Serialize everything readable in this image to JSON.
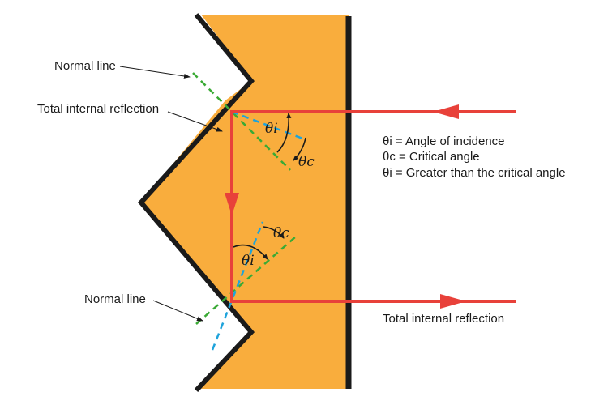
{
  "colors": {
    "prism": "#f9ad3d",
    "outline": "#1a1a1a",
    "ray": "#e8413a",
    "normal": "#3aaa35",
    "critical": "#1ea3db"
  },
  "labels": {
    "normal_top": "Normal line",
    "tir_top": "Total internal reflection",
    "normal_bottom": "Normal line",
    "tir_bottom": "Total internal reflection"
  },
  "angles": {
    "theta_i": "θi",
    "theta_c": "θc"
  },
  "legend": [
    {
      "text": "θi = Angle of incidence"
    },
    {
      "text": "θc = Critical angle"
    },
    {
      "text": "θi = Greater than the critical angle"
    }
  ]
}
